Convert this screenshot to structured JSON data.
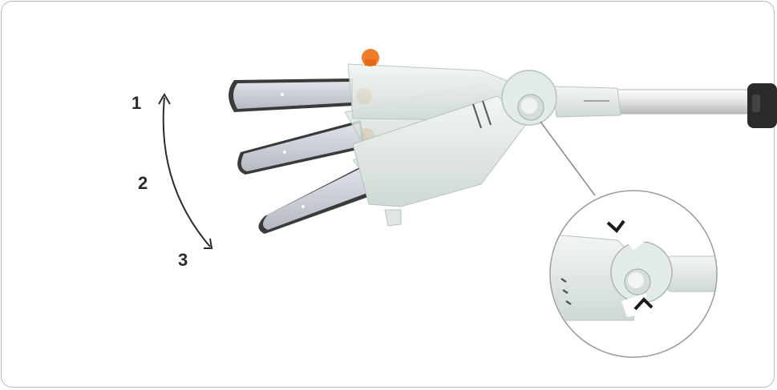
{
  "positions": {
    "pos1": "1",
    "pos2": "2",
    "pos3": "3"
  },
  "colors": {
    "frame_border": "#b9b9b9",
    "housing": "#e7eee9",
    "housing_shadow": "#c9d3cd",
    "bar": "#c8ccd4",
    "chain": "#3c3c3c",
    "knob": "#f07c2a",
    "pole": "#eaeaea",
    "grip": "#2a2a2a",
    "label": "#2b2b2b",
    "callout_line": "#8a8a8a"
  },
  "icons": {
    "rotation_arrow": "curved-double-arrow",
    "detail_marker_top": "chevron-down-icon",
    "detail_marker_bottom": "chevron-up-icon"
  }
}
